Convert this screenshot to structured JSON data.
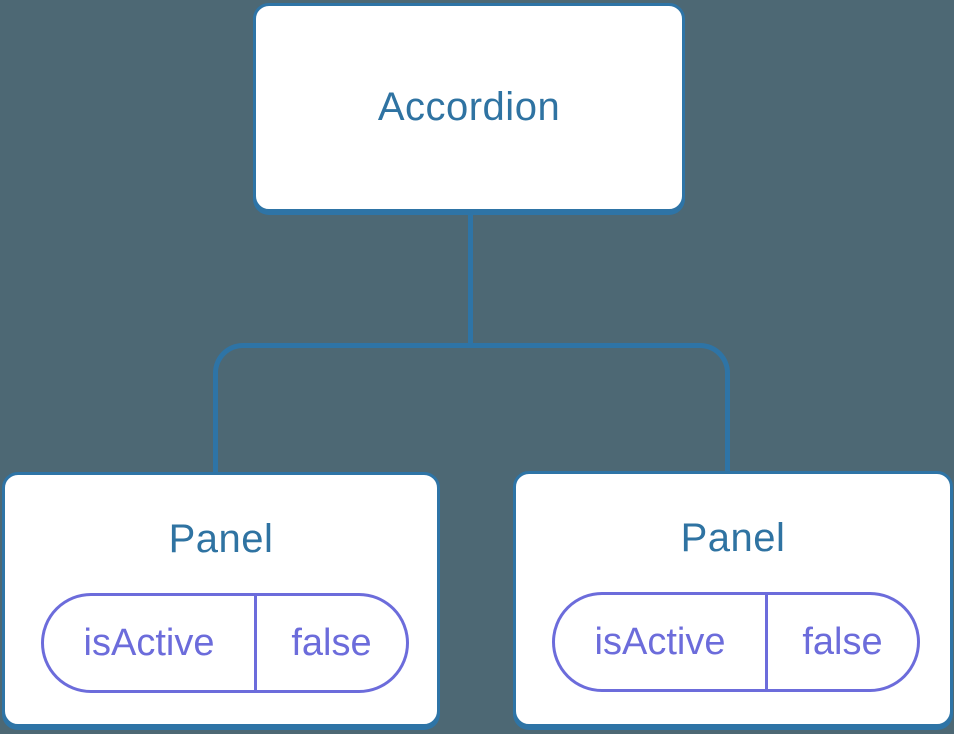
{
  "colors": {
    "background": "#4D6874",
    "connector": "#2E74A6",
    "node-border": "#2E74A6",
    "node-title": "#2F73A2",
    "state": "#6C6CDB",
    "node-fill": "#FFFFFF"
  },
  "tree": {
    "root": {
      "label": "Accordion"
    },
    "children": [
      {
        "label": "Panel",
        "state": {
          "key": "isActive",
          "value": "false"
        }
      },
      {
        "label": "Panel",
        "state": {
          "key": "isActive",
          "value": "false"
        }
      }
    ]
  }
}
